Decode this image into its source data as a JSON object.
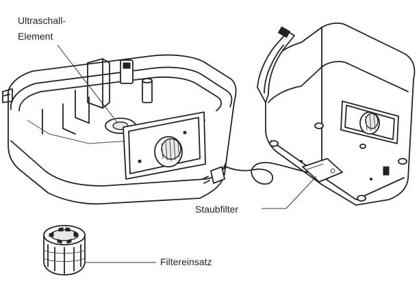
{
  "labels": {
    "ultraschall_line1": "Ultraschall-",
    "ultraschall_line2": "Element",
    "staubfilter": "Staubfilter",
    "filtereinsatz": "Filtereinsatz"
  },
  "colors": {
    "line": "#222222",
    "background": "#ffffff"
  }
}
